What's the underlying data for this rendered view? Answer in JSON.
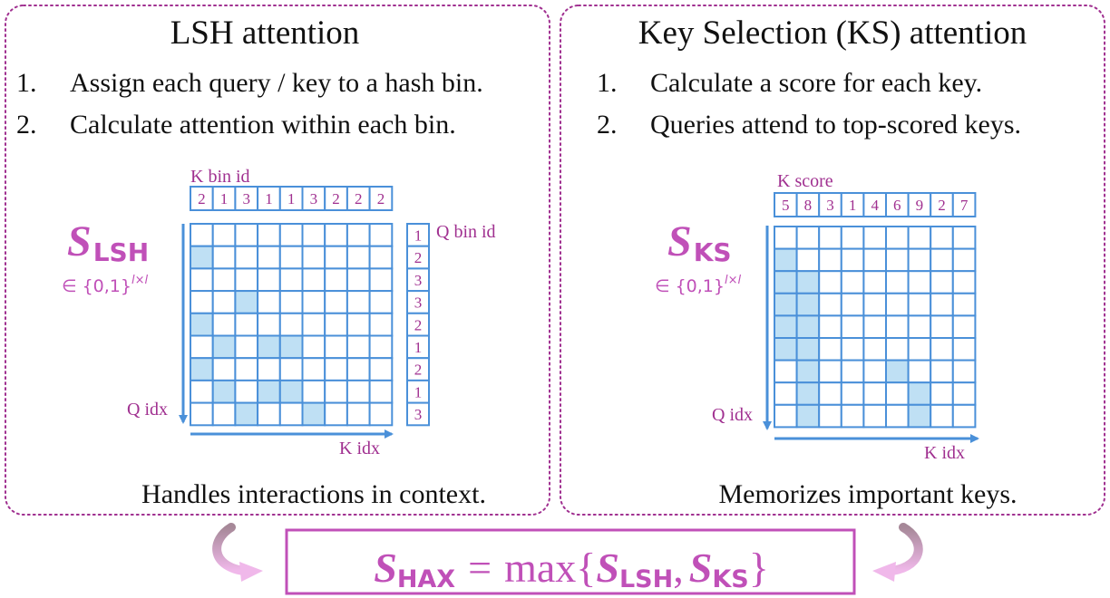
{
  "left_panel": {
    "title": "LSH attention",
    "steps": [
      {
        "num": "1.",
        "text": "Assign each query / key to a hash bin."
      },
      {
        "num": "2.",
        "text": "Calculate attention within each bin."
      }
    ],
    "k_label": "K bin id",
    "q_label": "Q bin id",
    "k_values": [
      "2",
      "1",
      "3",
      "1",
      "1",
      "3",
      "2",
      "2",
      "2"
    ],
    "q_values": [
      "1",
      "2",
      "3",
      "3",
      "2",
      "1",
      "2",
      "1",
      "3"
    ],
    "matrix_symbol": "S",
    "matrix_subscript": "LSH",
    "membership_prefix": "∈ {0,1}",
    "membership_sup": "l×l",
    "q_axis": "Q idx",
    "k_axis": "K idx",
    "caption": "Handles interactions in context."
  },
  "right_panel": {
    "title": "Key Selection (KS) attention",
    "steps": [
      {
        "num": "1.",
        "text": "Calculate a score for each key."
      },
      {
        "num": "2.",
        "text": "Queries attend to top-scored keys."
      }
    ],
    "k_label": "K score",
    "k_values": [
      "5",
      "8",
      "3",
      "1",
      "4",
      "6",
      "9",
      "2",
      "7"
    ],
    "matrix_symbol": "S",
    "matrix_subscript": "KS",
    "membership_prefix": "∈ {0,1}",
    "membership_sup": "l×l",
    "q_axis": "Q idx",
    "k_axis": "K idx",
    "caption": "Memorizes important keys."
  },
  "formula": {
    "lhs_symbol": "S",
    "lhs_sub": "HAX",
    "equals": "=",
    "func": "max",
    "open": "{",
    "s1": "S",
    "s1_sub": "LSH",
    "comma": ",",
    "s2": "S",
    "s2_sub": "KS",
    "close": "}"
  },
  "colors": {
    "accent": "#c050b8",
    "accent_dark": "#a03090",
    "grid_line": "#4a90d9",
    "cell_fill": "#bfe0f4",
    "arrow_pink": "#e7b7e1"
  }
}
